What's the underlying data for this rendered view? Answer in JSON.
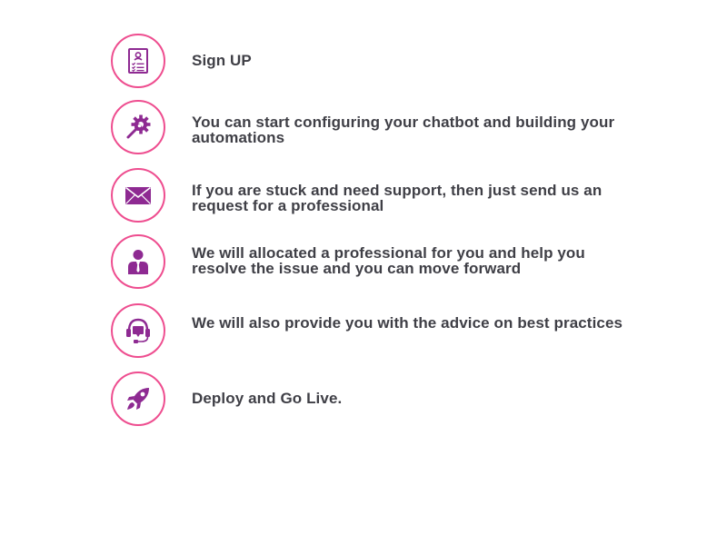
{
  "colors": {
    "ring": "#ee4d8f",
    "icon": "#8e2a92",
    "text": "#3f3f46"
  },
  "steps": [
    {
      "icon": "profile-document-icon",
      "text": "Sign UP"
    },
    {
      "icon": "wrench-gear-icon",
      "text": "You can start configuring your chatbot and building your automations"
    },
    {
      "icon": "envelope-icon",
      "text": "If you are stuck and need support, then just send us an request for a professional"
    },
    {
      "icon": "professional-person-icon",
      "text": "We will allocated a professional for you and help you resolve the issue and you can move forward"
    },
    {
      "icon": "headset-support-icon",
      "text": "We will also provide you with the advice on best practices"
    },
    {
      "icon": "rocket-icon",
      "text": "Deploy and Go Live."
    }
  ]
}
